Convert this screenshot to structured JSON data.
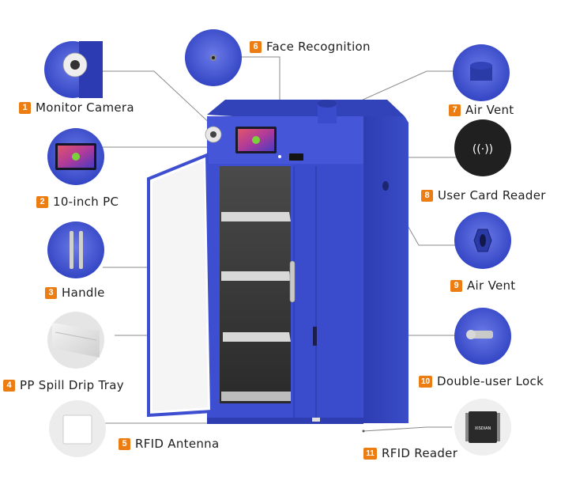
{
  "callouts": [
    {
      "number": "1",
      "label": "Monitor Camera"
    },
    {
      "number": "2",
      "label": "10-inch PC"
    },
    {
      "number": "3",
      "label": "Handle"
    },
    {
      "number": "4",
      "label": "PP Spill Drip Tray"
    },
    {
      "number": "5",
      "label": "RFID Antenna"
    },
    {
      "number": "6",
      "label": "Face Recognition"
    },
    {
      "number": "7",
      "label": "Air Vent"
    },
    {
      "number": "8",
      "label": "User Card Reader"
    },
    {
      "number": "9",
      "label": "Air Vent"
    },
    {
      "number": "10",
      "label": "Double-user Lock"
    },
    {
      "number": "11",
      "label": "RFID Reader"
    }
  ],
  "reader_brand_text": "XISDIAN",
  "colors": {
    "cabinet_blue": "#3d4fd0",
    "cabinet_dark": "#2a3aa6",
    "badge_orange": "#ec7d12",
    "leader_line": "#8a8a8a"
  }
}
